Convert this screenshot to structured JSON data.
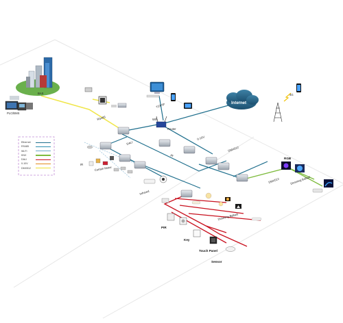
{
  "labels": {
    "bas": "BAS",
    "plc_bms": "PLC/BMS",
    "rs485": "RS485",
    "internet": "Internet",
    "cloud_4g": "4G",
    "tcp_ip": "TCP/IP",
    "router": "Router",
    "wifi": "Wifi",
    "dali": "DALI",
    "v0_10": "0-10V",
    "dmx": "DMX512",
    "ir": "IR",
    "curtain_motor": "Curtain Motor",
    "infrared": "Infrared",
    "rgb": "RGB",
    "dimming_ballast": "Dimming Ballast",
    "dimming_ballast_2": "Dimming Ballast",
    "pir": "PIR",
    "key": "Key",
    "touch_panel": "Touch Panel",
    "sensor": "Sensor"
  },
  "legend": {
    "items": [
      {
        "label": "Ethernet",
        "color": "#1e6e8c"
      },
      {
        "label": "RS485",
        "color": "#2b8fb0"
      },
      {
        "label": "Wi-Fi",
        "color": "#6aa8c8"
      },
      {
        "label": "KNX",
        "color": "#7dbb3c"
      },
      {
        "label": "DALI",
        "color": "#c8101e"
      },
      {
        "label": "0-10V",
        "color": "#e38a1a"
      },
      {
        "label": "DMX512",
        "color": "#f0e030"
      }
    ]
  },
  "colors": {
    "ethernet": "#1e6e8c",
    "bus": "#1b7ea3",
    "dali": "#c8101e",
    "rs485": "#f0e64a",
    "dmx": "#7dbb3c",
    "legend_border": "#c08ad6"
  }
}
